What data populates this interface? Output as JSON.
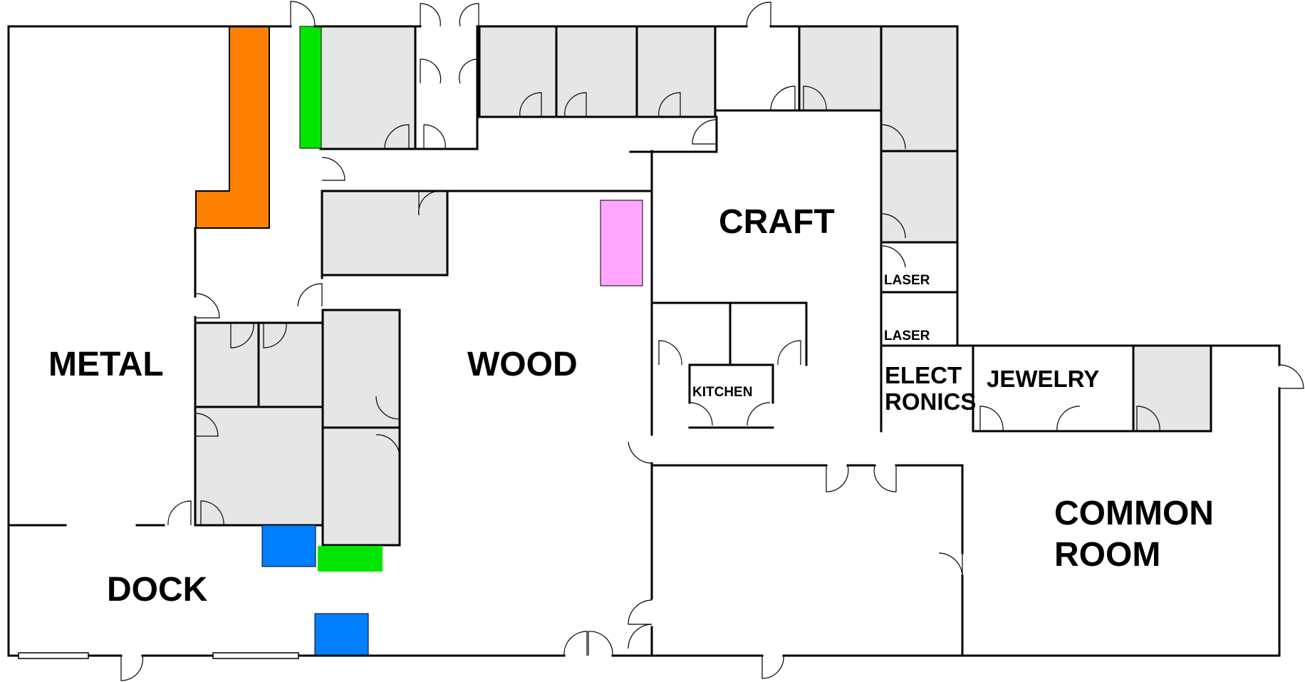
{
  "rooms": {
    "metal": "METAL",
    "wood": "WOOD",
    "craft": "CRAFT",
    "dock": "DOCK",
    "kitchen": "KITCHEN",
    "laser_1": "LASER",
    "laser_2": "LASER",
    "electronics_line1": "ELECT",
    "electronics_line2": "RONICS",
    "jewelry": "JEWELRY",
    "common_line1": "COMMON",
    "common_line2": "ROOM"
  },
  "colors": {
    "orange_marker": "#ff8000",
    "green_marker": "#00e600",
    "pink_marker": "#ffa6ff",
    "blue_marker": "#0080ff",
    "storage_room": "#e6e6e6"
  }
}
